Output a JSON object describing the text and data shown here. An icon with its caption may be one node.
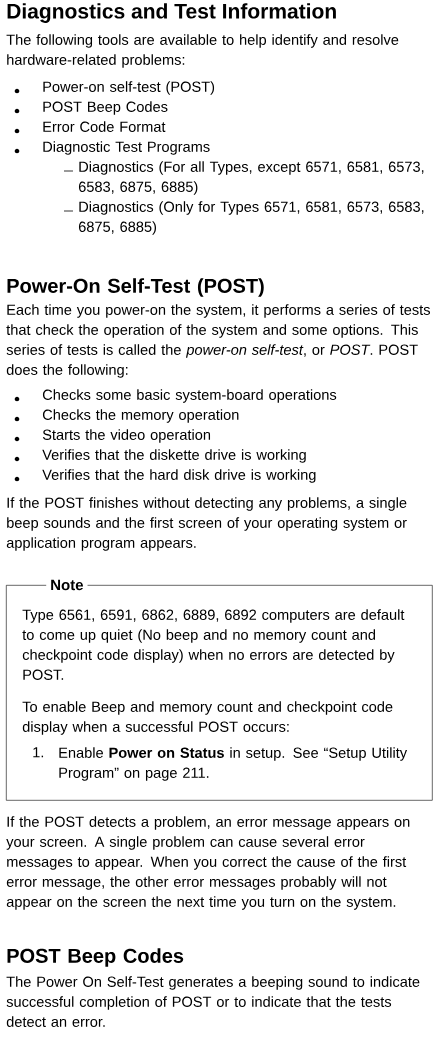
{
  "diagram": {
    "title": "Diagnostics and Test Information",
    "nodes": [
      {
        "text": [
          "Note",
          "Type 6561, 6591, 6862, 6889, 6892 computers are default to come up quiet (No beep and no memory count and checkpoint code display) when no errors are detected by POST.",
          "To enable Beep and memory count and checkpoint code display when a successful POST occurs:",
          "1.",
          "Enable **Power on Status** in setup. See “Setup Utility Program” on page 211."
        ]
      }
    ],
    "edges": [],
    "labels": [
      "The following tools are available to help identify and resolve hardware-related problems:",
      "Power-on self-test (POST)",
      "POST Beep Codes",
      "Error Code Format",
      "Diagnostic Test Programs",
      "Diagnostics (For all Types, except 6571, 6581, 6573, 6583, 6875, 6885)",
      "Diagnostics (Only for Types 6571, 6581, 6573, 6583, 6875, 6885)",
      "Power-On Self-Test (POST)",
      "Each time you power-on the system, it performs a series of tests that check the operation of the system and some options. This series of tests is called the *power-on self-test*, or *POST*. POST does the following:",
      "Checks some basic system-board operations",
      "Checks the memory operation",
      "Starts the video operation",
      "Verifies that the diskette drive is working",
      "Verifies that the hard disk drive is working",
      "If the POST finishes without detecting any problems, a single beep sounds and the first screen of your operating system or application program appears.",
      "If the POST detects a problem, an error message appears on your screen. A single problem can cause several error messages to appear. When you correct the cause of the first error message, the other error messages probably will not appear on the screen the next time you turn on the system.",
      "POST Beep Codes",
      "The Power On Self-Test generates a beeping sound to indicate successful completion of POST or to indicate that the tests detect an error."
    ]
  }
}
